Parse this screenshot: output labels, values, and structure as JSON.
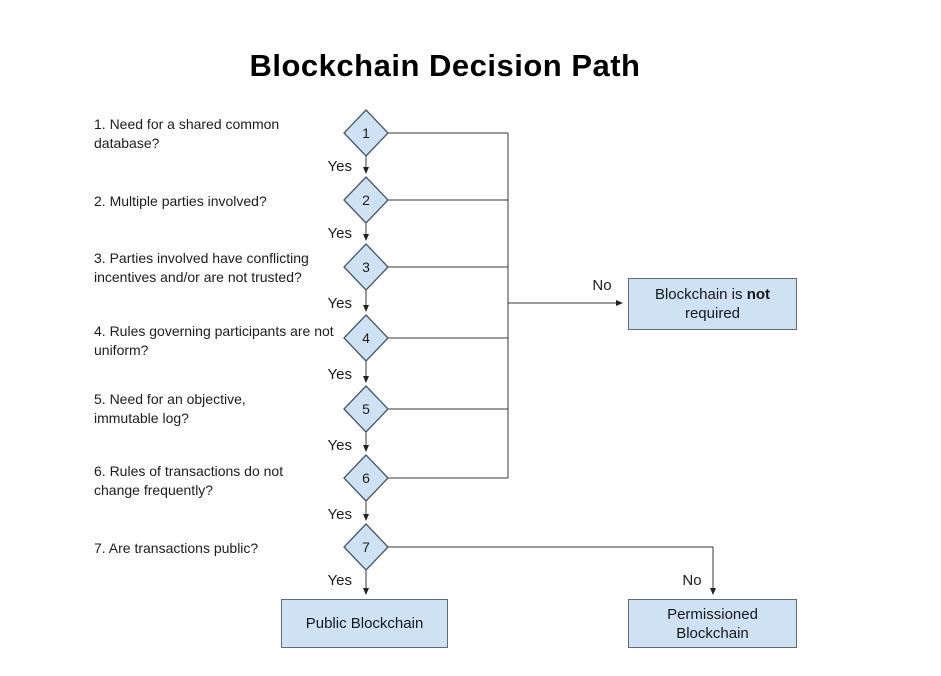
{
  "title": "Blockchain Decision Path",
  "questions": [
    "1. Need for a shared common database?",
    "2. Multiple parties involved?",
    "3. Parties involved have conflicting incentives and/or are not trusted?",
    "4. Rules governing participants are not uniform?",
    "5. Need for an objective, immutable log?",
    "6. Rules of transactions do not change frequently?",
    "7. Are transactions public?"
  ],
  "nodes": [
    "1",
    "2",
    "3",
    "4",
    "5",
    "6",
    "7"
  ],
  "edge_labels": {
    "yes": "Yes",
    "no": "No"
  },
  "outcomes": {
    "not_required": {
      "pre": "Blockchain is",
      "emphasis": "not",
      "post": "required"
    },
    "public": "Public Blockchain",
    "permissioned": "Permissioned Blockchain"
  },
  "colors": {
    "node_fill": "#cfe2f3",
    "node_border": "#46586a",
    "box_fill": "#cfe2f3",
    "box_border": "#5f6b76",
    "line": "#383838",
    "text": "#1c1c1c"
  }
}
